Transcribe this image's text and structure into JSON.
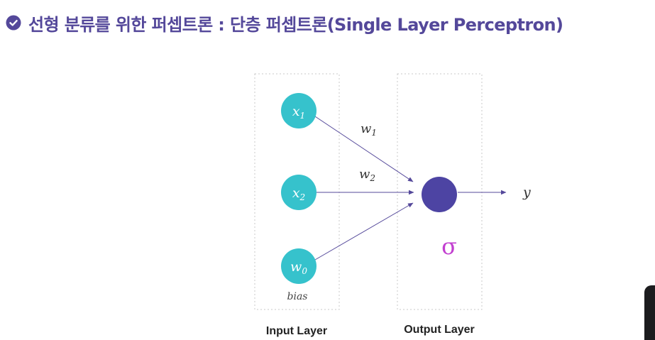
{
  "title": {
    "text": "선형 분류를 위한 퍼셉트론 : 단층 퍼셉트론(Single Layer Perceptron)",
    "icon": "check-circle-icon",
    "color": "#54489a"
  },
  "input_layer": {
    "label": "Input Layer",
    "nodes": [
      {
        "var": "x",
        "sub": "1"
      },
      {
        "var": "x",
        "sub": "2"
      },
      {
        "var": "w",
        "sub": "0"
      }
    ],
    "bias_label": "bias",
    "node_color": "#36c2cc"
  },
  "weights": [
    {
      "var": "w",
      "sub": "1"
    },
    {
      "var": "w",
      "sub": "2"
    }
  ],
  "output_layer": {
    "label": "Output Layer",
    "node_color": "#4d44a3",
    "annotation": "σ",
    "annotation_color": "#c23fd0"
  },
  "output": {
    "var": "y"
  }
}
